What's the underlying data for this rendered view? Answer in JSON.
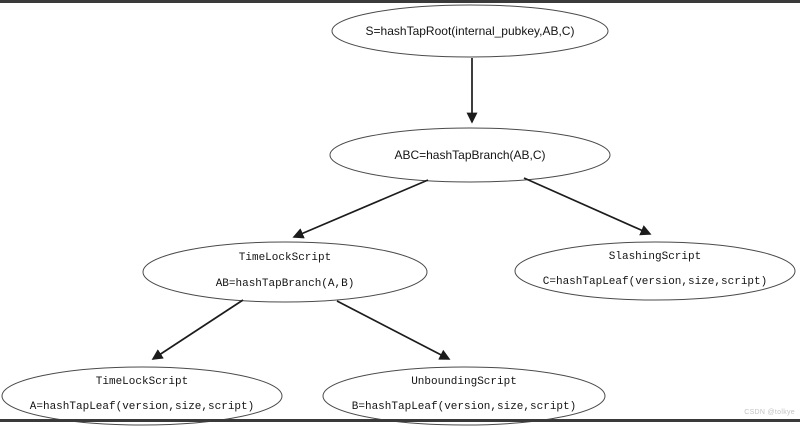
{
  "colors": {
    "node_fill": "#ffffff",
    "node_stroke": "#4a4a4a",
    "edge": "#1c1c1c",
    "text": "#141414",
    "frame_line": "#3a3a3a",
    "watermark": "#c4c4c4"
  },
  "diagram": {
    "type": "tree",
    "nodes": {
      "root": {
        "label": "S=hashTapRoot(internal_pubkey,AB,C)"
      },
      "abc": {
        "label": "ABC=hashTapBranch(AB,C)"
      },
      "ab": {
        "title": "TimeLockScript",
        "label": "AB=hashTapBranch(A,B)"
      },
      "c": {
        "title": "SlashingScript",
        "label": "C=hashTapLeaf(version,size,script)"
      },
      "a": {
        "title": "TimeLockScript",
        "label": "A=hashTapLeaf(version,size,script)"
      },
      "b": {
        "title": "UnboundingScript",
        "label": "B=hashTapLeaf(version,size,script)"
      }
    },
    "edges": [
      {
        "from": "root",
        "to": "abc"
      },
      {
        "from": "abc",
        "to": "ab"
      },
      {
        "from": "abc",
        "to": "c"
      },
      {
        "from": "ab",
        "to": "a"
      },
      {
        "from": "ab",
        "to": "b"
      }
    ]
  },
  "watermark": "CSDN @tolkye"
}
